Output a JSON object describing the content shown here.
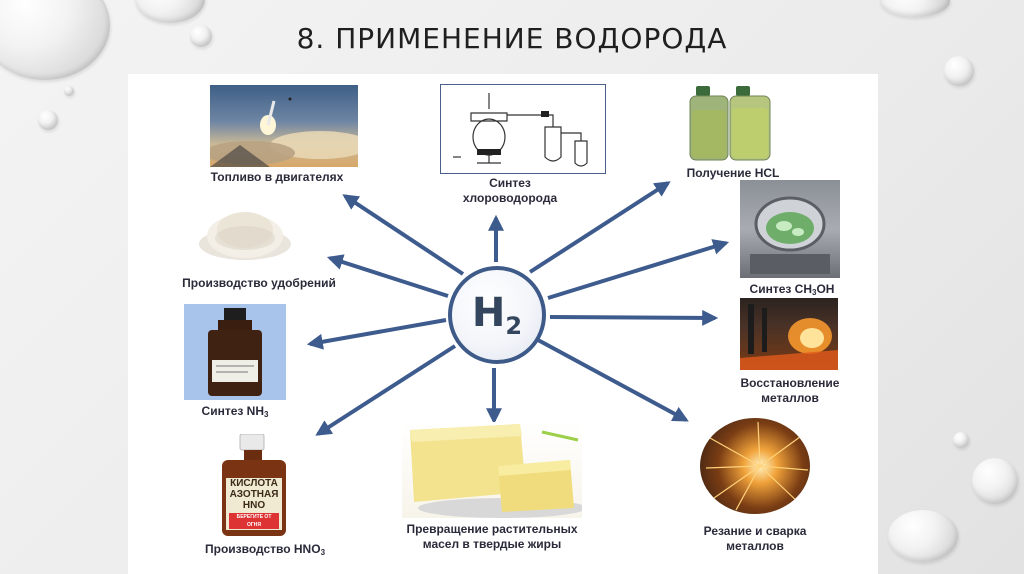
{
  "title": "8. ПРИМЕНЕНИЕ ВОДОРОДА",
  "hub": {
    "symbol": "H",
    "subscript": "2"
  },
  "labels": {
    "fuel": "Топливо в двигателях",
    "hcl_synthesis_1": "Синтез",
    "hcl_synthesis_2": "хлороводорода",
    "hcl_production": "Получение HCL",
    "fertilizers": "Производство удобрений",
    "methanol_pre": "Синтез CH",
    "methanol_sub": "3",
    "methanol_post": "OH",
    "ammonia_pre": "Синтез NH",
    "ammonia_sub": "3",
    "metal_reduction_1": "Восстановление",
    "metal_reduction_2": "металлов",
    "nitric_pre": "Производство HNO",
    "nitric_sub": "3",
    "fats_1": "Превращение растительных",
    "fats_2": "масел в твердые жиры",
    "welding_1": "Резание и сварка",
    "welding_2": "металлов"
  },
  "bottle_text": {
    "line1": "КИСЛОТА",
    "line2": "АЗОТНАЯ",
    "line3": "HNO",
    "line4": "БЕРЕГИТЕ ОТ ОГНЯ"
  },
  "colors": {
    "arrow": "#3e5b8e",
    "hub_border": "#3d5a88",
    "label": "#2a2a3a"
  }
}
